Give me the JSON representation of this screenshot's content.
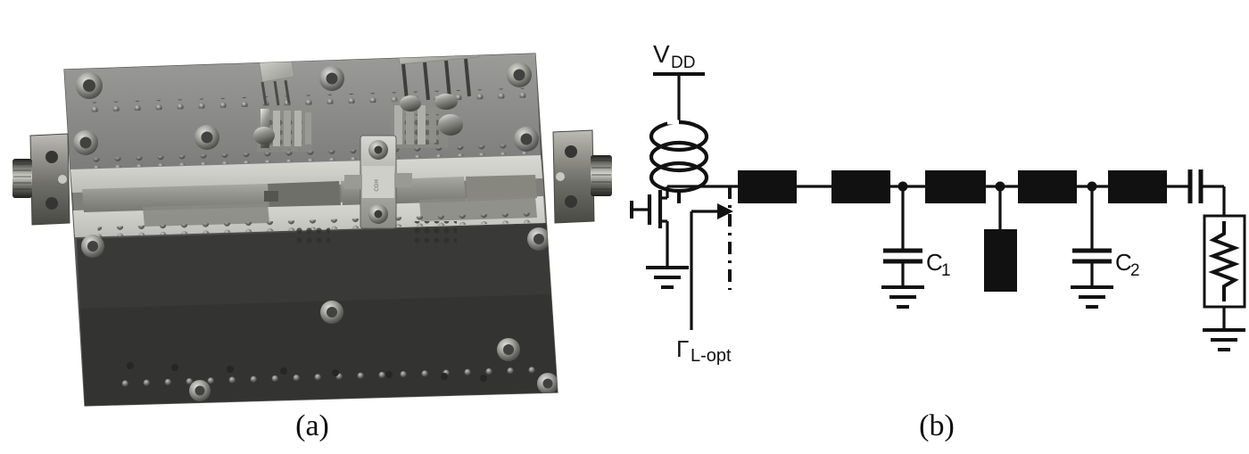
{
  "figure": {
    "caption_a": "(a)",
    "caption_b": "(b)",
    "background_color": "#ffffff",
    "ink_color": "#111111"
  },
  "panel_a": {
    "name": "photograph-of-fabricated-power-amplifier-pcb",
    "description": "Grayscale photograph of a fabricated microwave power amplifier board",
    "components": [
      {
        "label": "sma-connector-input",
        "side": "left"
      },
      {
        "label": "sma-connector-output",
        "side": "right"
      },
      {
        "label": "metal-carrier-plate"
      },
      {
        "label": "microstrip-substrate-strip"
      },
      {
        "label": "bias-connector-small",
        "side": "top-left"
      },
      {
        "label": "bias-connector-large",
        "side": "top-center"
      },
      {
        "label": "transistor-package",
        "side": "center"
      },
      {
        "label": "mounting-screws"
      },
      {
        "label": "via-holes"
      }
    ]
  },
  "panel_b": {
    "name": "output-matching-network-schematic",
    "labels": {
      "supply": "V",
      "supply_sub": "DD",
      "gamma_symbol": "Γ",
      "gamma_sub": "L-opt",
      "cap1": "C",
      "cap1_sub": "1",
      "cap2": "C",
      "cap2_sub": "2"
    },
    "elements": [
      {
        "name": "transistor-fet",
        "type": "fet"
      },
      {
        "name": "rf-choke-inductor",
        "type": "inductor"
      },
      {
        "name": "supply-rail",
        "type": "rail"
      },
      {
        "name": "source-ground",
        "type": "ground"
      },
      {
        "name": "reference-plane",
        "type": "dash-dot-line"
      },
      {
        "name": "reference-arrow",
        "type": "arrow"
      },
      {
        "name": "transmission-line-1",
        "type": "series-tline"
      },
      {
        "name": "transmission-line-2",
        "type": "series-tline"
      },
      {
        "name": "transmission-line-3",
        "type": "series-tline"
      },
      {
        "name": "transmission-line-4",
        "type": "series-tline"
      },
      {
        "name": "transmission-line-5",
        "type": "series-tline"
      },
      {
        "name": "shunt-capacitor-c1",
        "type": "shunt-cap"
      },
      {
        "name": "open-stub",
        "type": "shunt-tline-stub"
      },
      {
        "name": "shunt-capacitor-c2",
        "type": "shunt-cap"
      },
      {
        "name": "dc-block-capacitor",
        "type": "series-cap"
      },
      {
        "name": "load-resistor",
        "type": "boxed-resistor"
      },
      {
        "name": "load-ground",
        "type": "ground"
      }
    ]
  }
}
